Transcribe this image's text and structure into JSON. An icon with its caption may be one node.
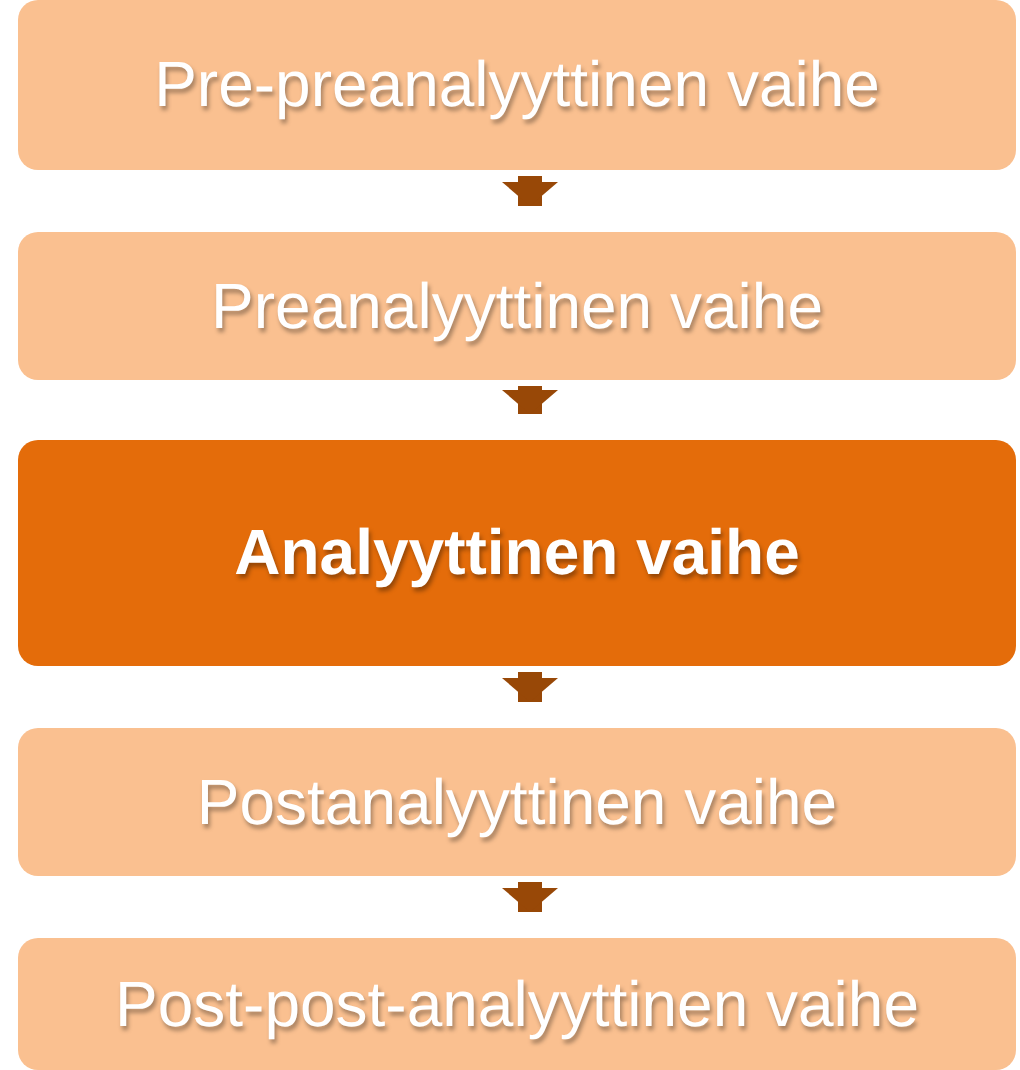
{
  "diagram": {
    "nodes": [
      {
        "text": [
          "Pre-preanalyyttinen vaihe"
        ]
      },
      {
        "text": [
          "Preanalyyttinen vaihe"
        ]
      },
      {
        "text": [
          "Analyyttinen vaihe"
        ]
      },
      {
        "text": [
          "Postanalyyttinen vaihe"
        ]
      },
      {
        "text": [
          "Post-post-analyyttinen vaihe"
        ]
      }
    ],
    "edges": [
      {
        "from": 0,
        "to": 1,
        "arrow": "to"
      },
      {
        "from": 1,
        "to": 2,
        "arrow": "to"
      },
      {
        "from": 2,
        "to": 3,
        "arrow": "to"
      },
      {
        "from": 3,
        "to": 4,
        "arrow": "to"
      }
    ]
  }
}
